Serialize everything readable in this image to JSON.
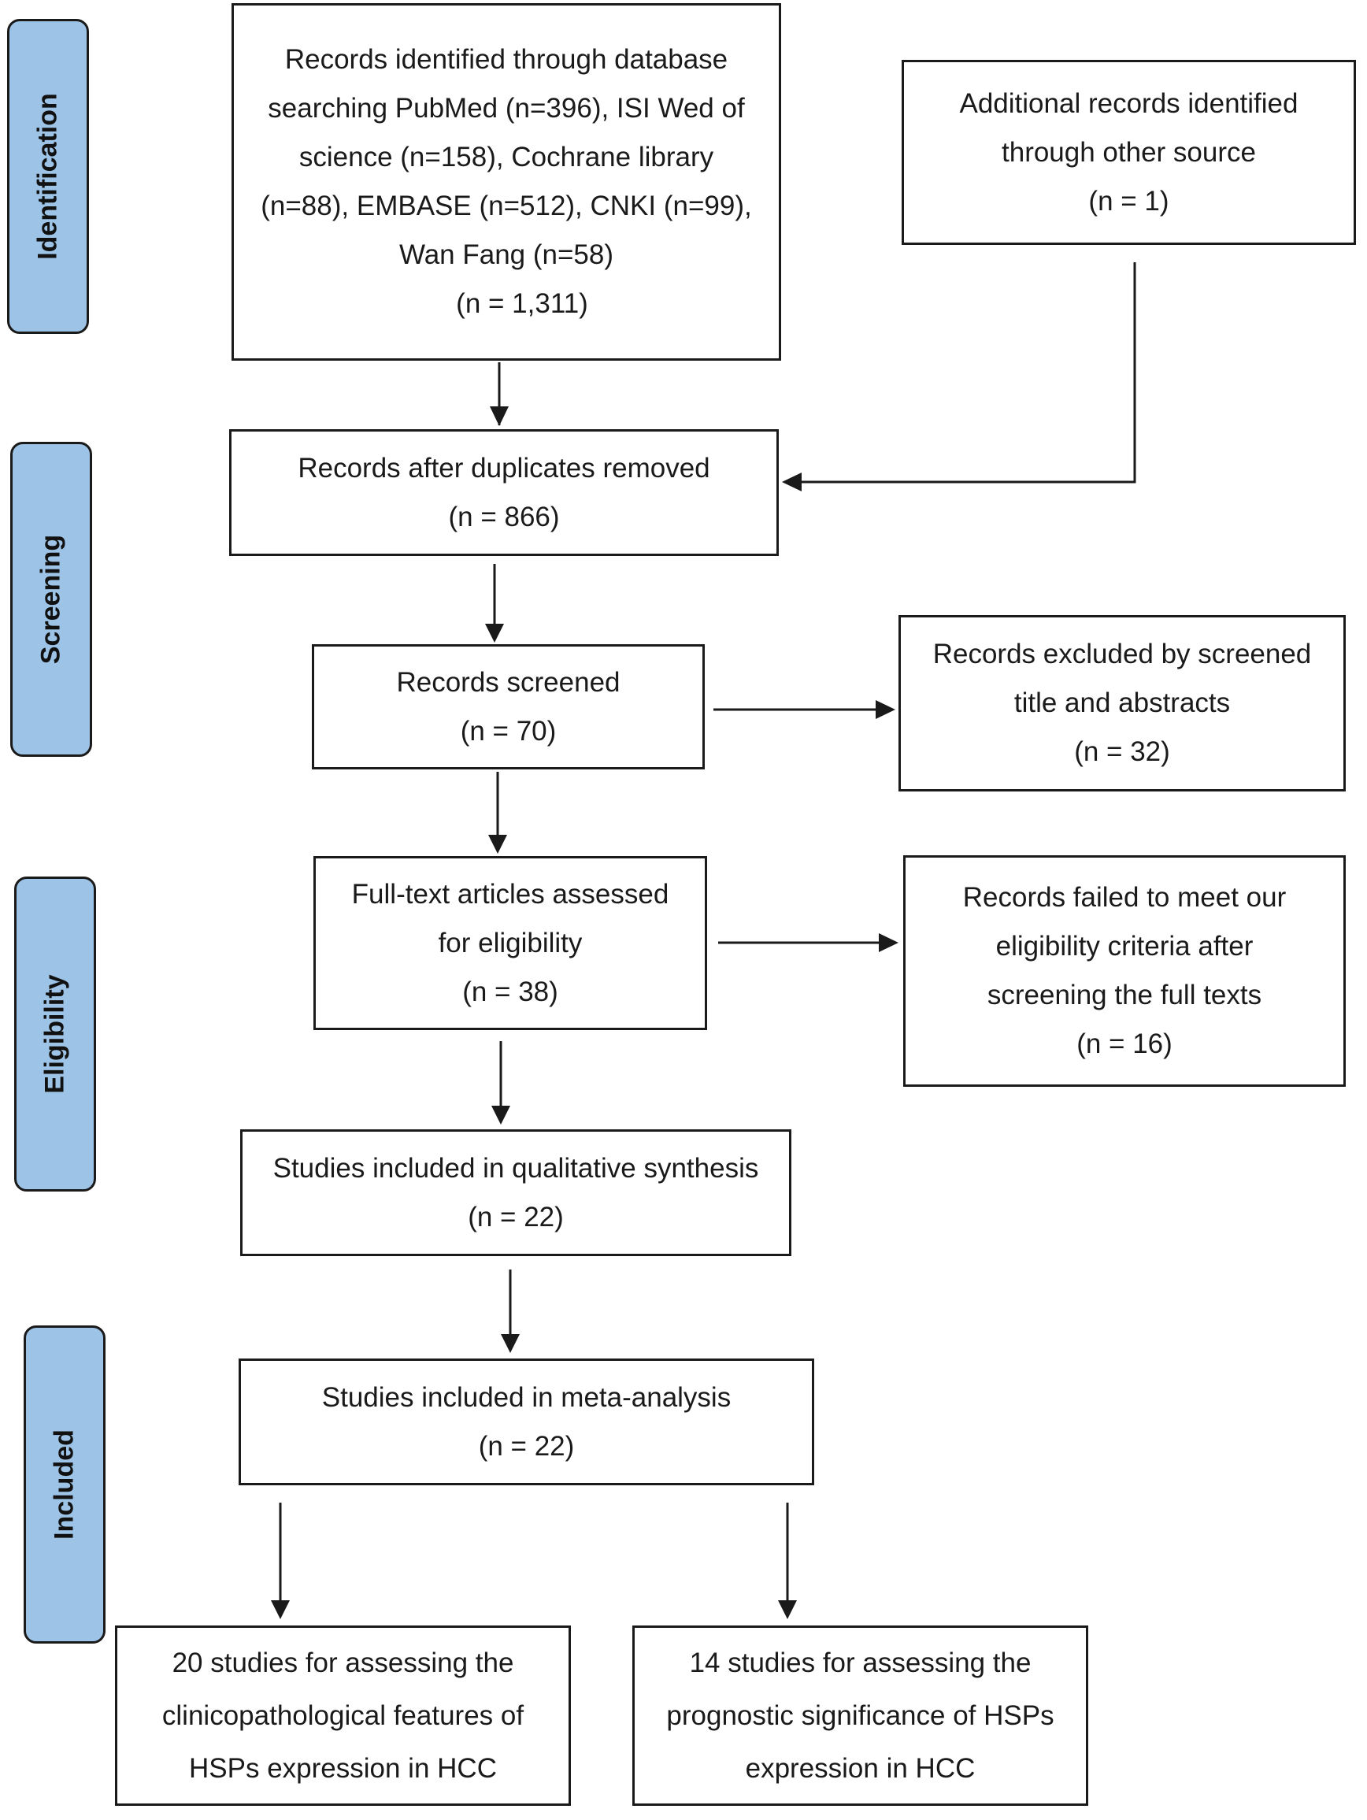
{
  "stages": {
    "identification": "Identification",
    "screening": "Screening",
    "eligibility": "Eligibility",
    "included": "Included"
  },
  "boxes": {
    "database_search": {
      "lines": [
        "Records identified through database",
        "searching PubMed (n=396), ISI Wed of",
        "science (n=158), Cochrane library",
        "(n=88), EMBASE (n=512), CNKI (n=99),",
        "Wan Fang (n=58)",
        "(n = 1,311)"
      ]
    },
    "other_sources": {
      "lines": [
        "Additional records identified",
        "through other source",
        "(n = 1)"
      ]
    },
    "duplicates_removed": {
      "lines": [
        "Records after duplicates removed",
        "(n = 866)"
      ]
    },
    "screened": {
      "lines": [
        "Records screened",
        "(n = 70)"
      ]
    },
    "excluded_title_abstract": {
      "lines": [
        "Records excluded by screened",
        "title and abstracts",
        "(n = 32)"
      ]
    },
    "fulltext_assessed": {
      "lines": [
        "Full-text articles assessed",
        "for eligibility",
        "(n = 38)"
      ]
    },
    "failed_eligibility": {
      "lines": [
        "Records failed to meet our",
        "eligibility criteria after",
        "screening the full texts",
        "(n = 16)"
      ]
    },
    "qualitative_synthesis": {
      "lines": [
        "Studies included in qualitative synthesis",
        "(n = 22)"
      ]
    },
    "meta_analysis": {
      "lines": [
        "Studies included in meta-analysis",
        "(n = 22)"
      ]
    },
    "clinicopathological": {
      "lines": [
        "20 studies for assessing the",
        "clinicopathological features of",
        "HSPs expression in HCC"
      ]
    },
    "prognostic": {
      "lines": [
        "14 studies for assessing the",
        "prognostic significance of HSPs",
        "expression in HCC"
      ]
    }
  }
}
